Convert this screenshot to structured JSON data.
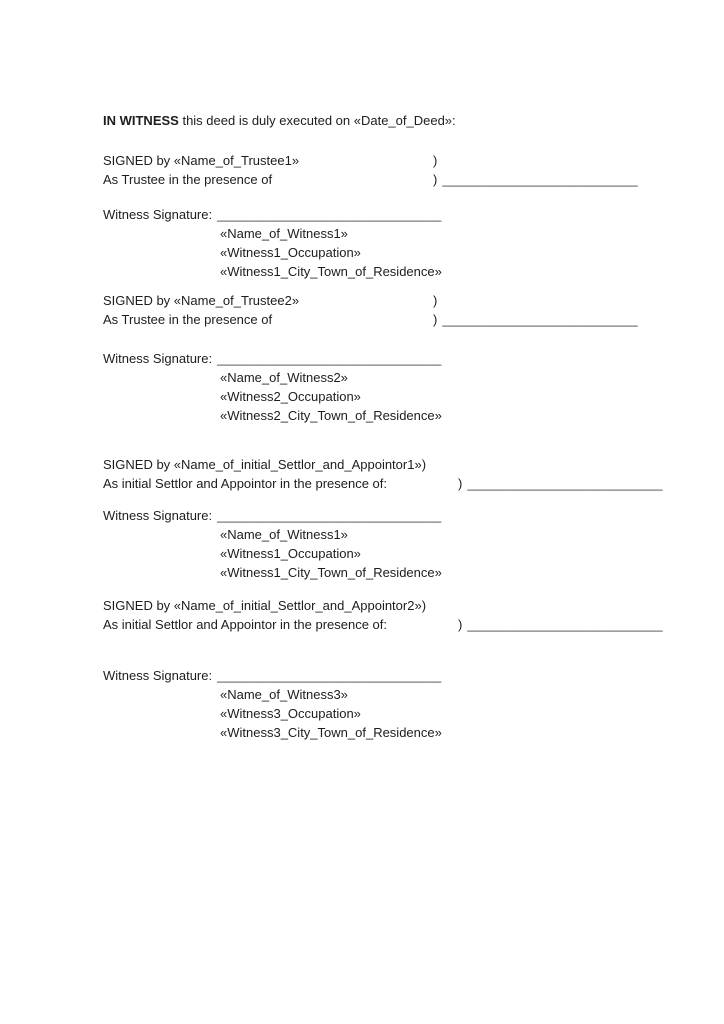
{
  "document": {
    "intro": {
      "bold": "IN WITNESS",
      "rest": " this deed is duly executed on «Date_of_Deed»:"
    },
    "signature_underline": "___________________________",
    "witness_underline": "_______________________________",
    "blocks": [
      {
        "signed": "SIGNED by «Name_of_Trustee1»",
        "signed_paren": ")",
        "capacity": "As Trustee in the presence of",
        "capacity_paren": ")",
        "witness_label": "Witness Signature:",
        "witness": {
          "name": "«Name_of_Witness1»",
          "occupation": "«Witness1_Occupation»",
          "residence": "«Witness1_City_Town_of_Residence»"
        }
      },
      {
        "signed": "SIGNED by «Name_of_Trustee2»",
        "signed_paren": ")",
        "capacity": "As Trustee in the presence of",
        "capacity_paren": ")",
        "witness_label": "Witness Signature:",
        "witness": {
          "name": "«Name_of_Witness2»",
          "occupation": "«Witness2_Occupation»",
          "residence": "«Witness2_City_Town_of_Residence»"
        }
      },
      {
        "signed": "SIGNED by «Name_of_initial_Settlor_and_Appointor1»)",
        "signed_paren": "",
        "capacity": "As initial Settlor and Appointor in the presence of:",
        "capacity_paren": ")",
        "witness_label": "Witness Signature:",
        "witness": {
          "name": "«Name_of_Witness1»",
          "occupation": "«Witness1_Occupation»",
          "residence": "«Witness1_City_Town_of_Residence»"
        }
      },
      {
        "signed": "SIGNED by «Name_of_initial_Settlor_and_Appointor2»)",
        "signed_paren": "",
        "capacity": "As initial Settlor and Appointor in the presence of:",
        "capacity_paren": ")",
        "witness_label": "Witness Signature:",
        "witness": {
          "name": "«Name_of_Witness3»",
          "occupation": "«Witness3_Occupation»",
          "residence": "«Witness3_City_Town_of_Residence»"
        }
      }
    ]
  }
}
